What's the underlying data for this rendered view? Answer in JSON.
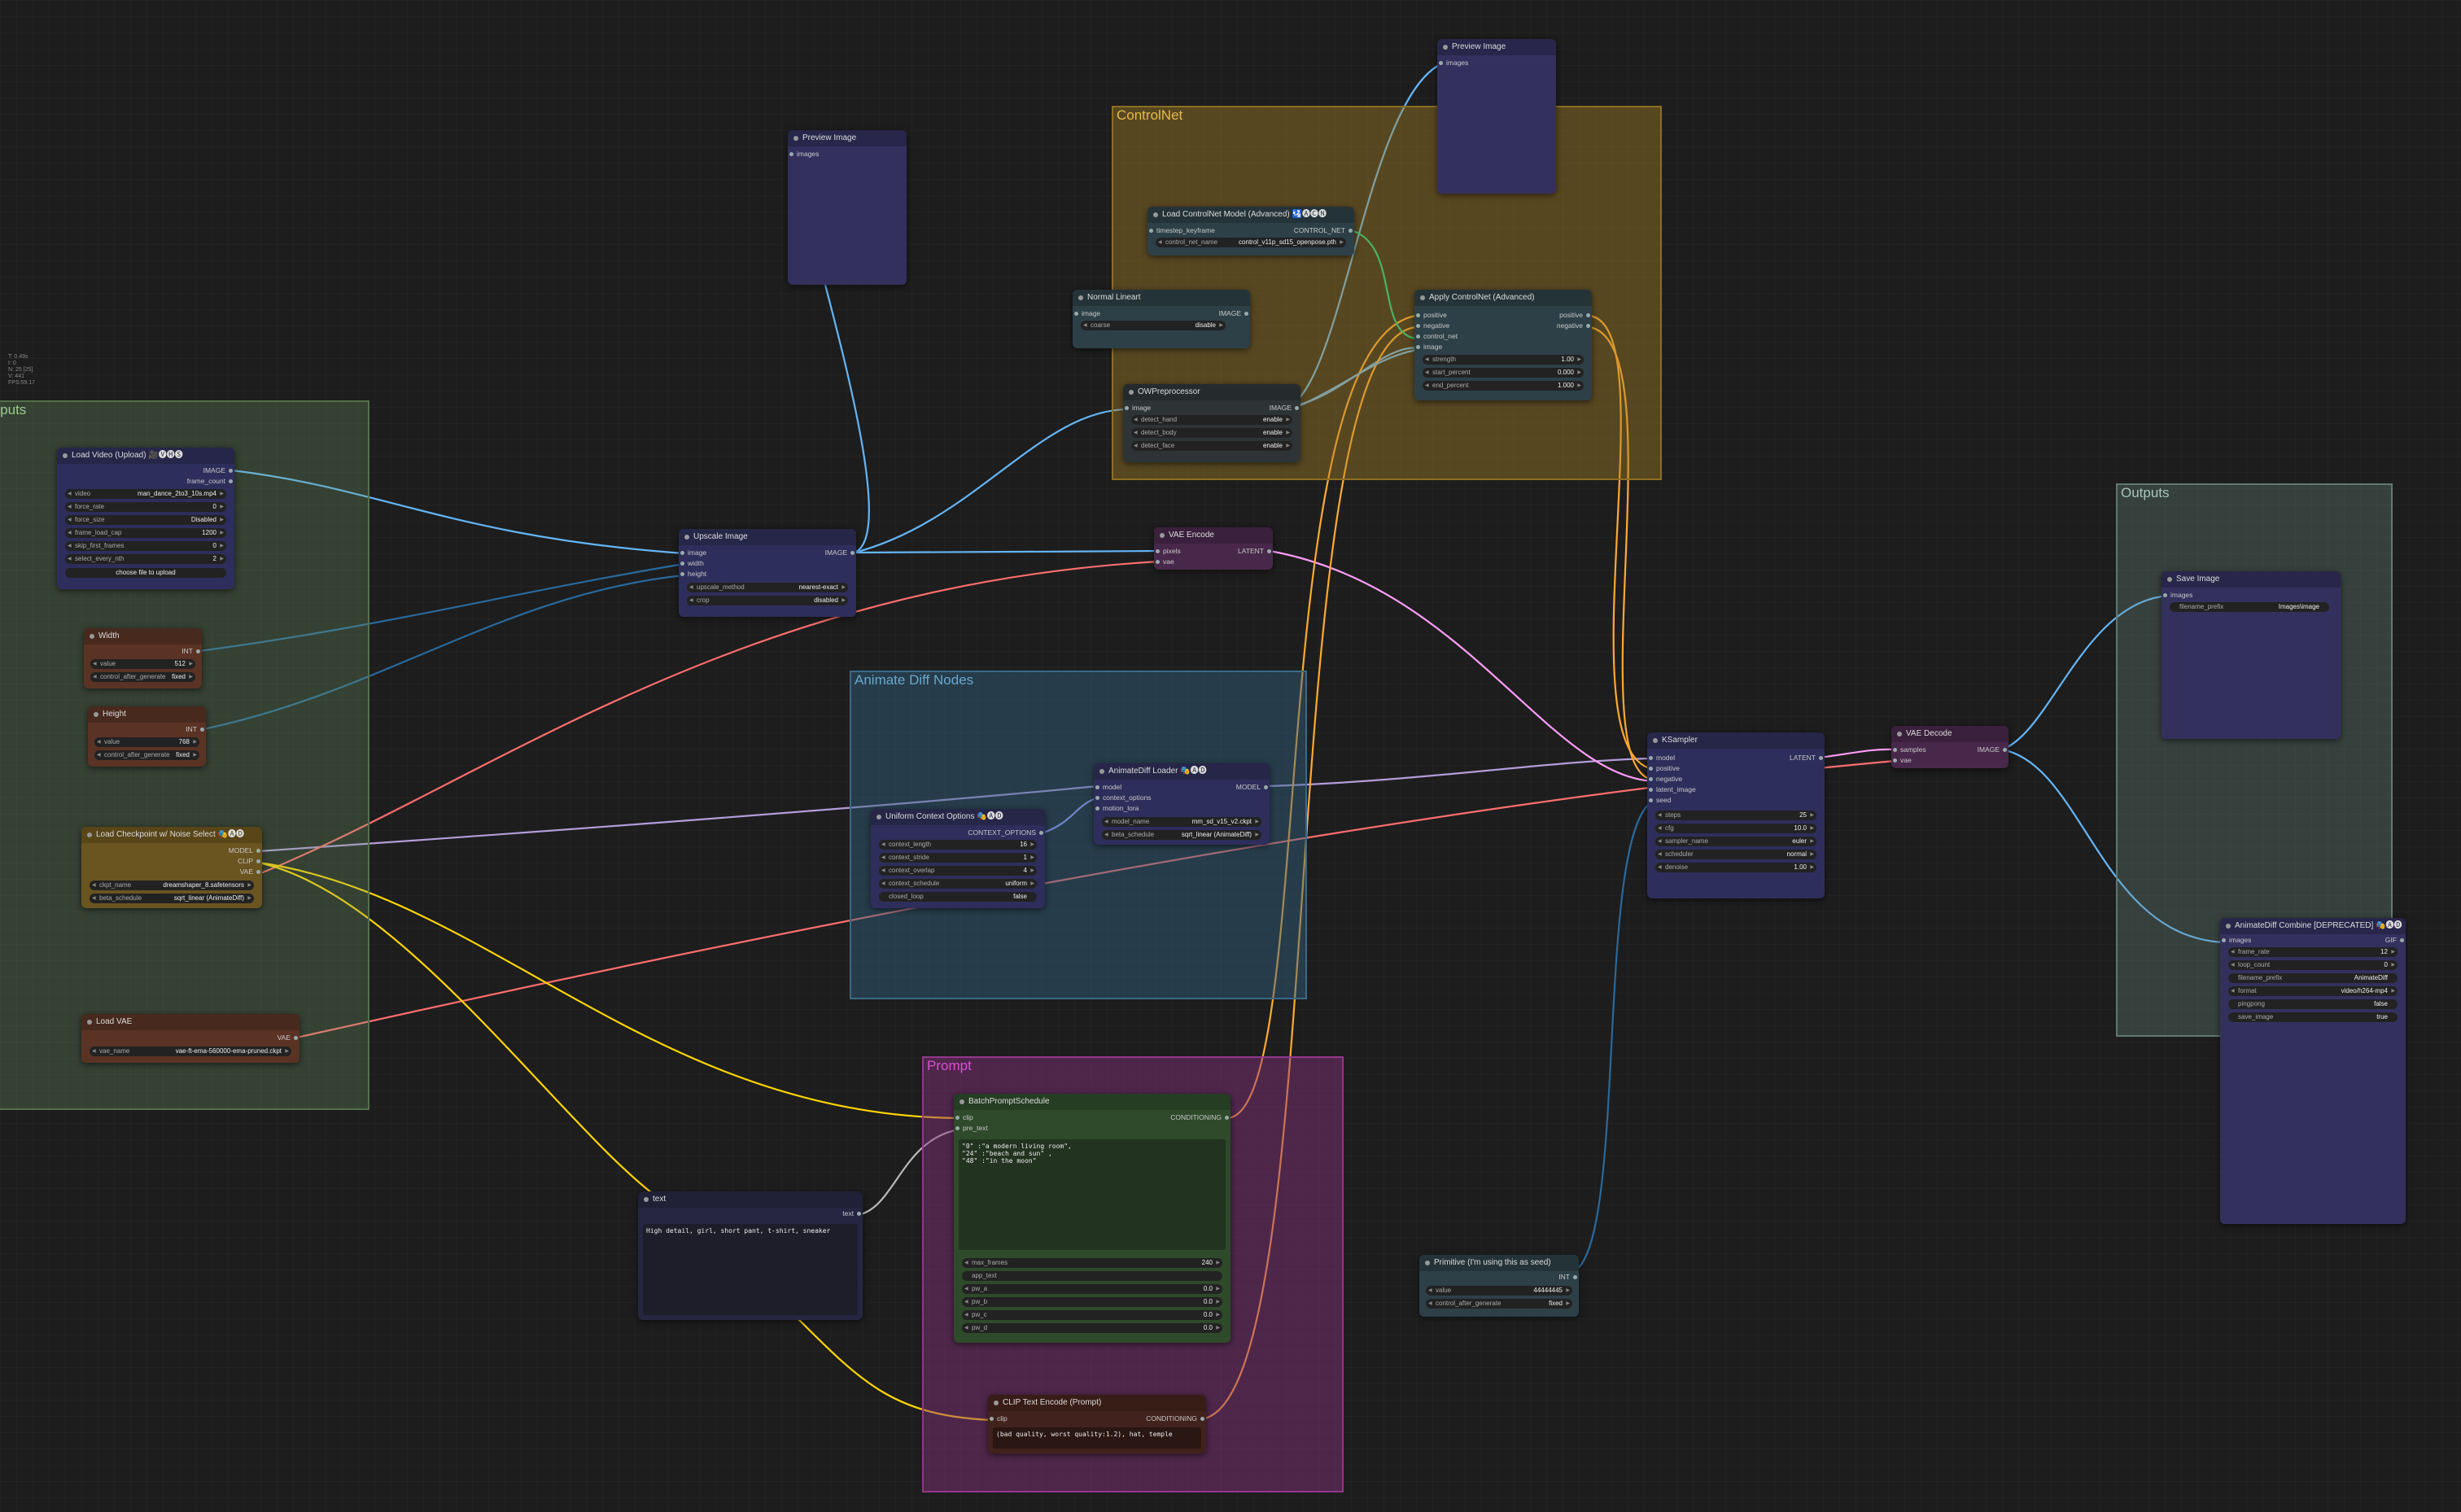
{
  "colors": {
    "image": "#64b5f6",
    "latent": "#ff9cf9",
    "model": "#b39ddb",
    "clip": "#ffd500",
    "vae": "#ff6e6e",
    "conditioning": "#ffa931",
    "int": "#29699c",
    "control": "#00d78d",
    "context": "#a0a0ff"
  },
  "stats": [
    "T: 0.49s",
    "I: 0",
    "N: 25 [25]",
    "V: 441",
    "FPS:59.17"
  ],
  "groups": {
    "inputs": "Inputs",
    "controlnet": "ControlNet",
    "animatediff": "Animate Diff Nodes",
    "prompt": "Prompt",
    "outputs": "Outputs"
  },
  "nodes": {
    "load_video": {
      "title": "Load Video (Upload) 🎥🅥🅗🅢",
      "outputs": [
        "IMAGE",
        "frame_count"
      ],
      "widgets": [
        {
          "label": "video",
          "value": "man_dance_2to3_10s.mp4"
        },
        {
          "label": "force_rate",
          "value": "0"
        },
        {
          "label": "force_size",
          "value": "Disabled"
        },
        {
          "label": "frame_load_cap",
          "value": "1200"
        },
        {
          "label": "skip_first_frames",
          "value": "0"
        },
        {
          "label": "select_every_nth",
          "value": "2"
        }
      ],
      "button": "choose file to upload"
    },
    "width": {
      "title": "Width",
      "output": "INT",
      "widgets": [
        {
          "label": "value",
          "value": "512"
        },
        {
          "label": "control_after_generate",
          "value": "fixed"
        }
      ]
    },
    "height": {
      "title": "Height",
      "output": "INT",
      "widgets": [
        {
          "label": "value",
          "value": "768"
        },
        {
          "label": "control_after_generate",
          "value": "fixed"
        }
      ]
    },
    "checkpoint": {
      "title": "Load Checkpoint w/ Noise Select 🎭🅐🅓",
      "outputs": [
        "MODEL",
        "CLIP",
        "VAE"
      ],
      "widgets": [
        {
          "label": "ckpt_name",
          "value": "dreamshaper_8.safetensors"
        },
        {
          "label": "beta_schedule",
          "value": "sqrt_linear (AnimateDiff)"
        }
      ]
    },
    "load_vae": {
      "title": "Load VAE",
      "output": "VAE",
      "widgets": [
        {
          "label": "vae_name",
          "value": "vae-ft-ema-560000-ema-pruned.ckpt"
        }
      ]
    },
    "preview1": {
      "title": "Preview Image",
      "input": "images"
    },
    "upscale": {
      "title": "Upscale Image",
      "inputs": [
        "image",
        "width",
        "height"
      ],
      "output": "IMAGE",
      "widgets": [
        {
          "label": "upscale_method",
          "value": "nearest-exact"
        },
        {
          "label": "crop",
          "value": "disabled"
        }
      ]
    },
    "preview2": {
      "title": "Preview Image",
      "input": "images"
    },
    "cn_loader": {
      "title": "Load ControlNet Model (Advanced) 🛂🅐🅒🅝",
      "input": "timestep_keyframe",
      "output": "CONTROL_NET",
      "widgets": [
        {
          "label": "control_net_name",
          "value": "control_v11p_sd15_openpose.pth"
        }
      ]
    },
    "lineart": {
      "title": "Normal Lineart",
      "input": "image",
      "output": "IMAGE",
      "widgets": [
        {
          "label": "coarse",
          "value": "disable"
        }
      ]
    },
    "openpose": {
      "title": "OWPreprocessor",
      "input": "image",
      "output": "IMAGE",
      "widgets": [
        {
          "label": "detect_hand",
          "value": "enable"
        },
        {
          "label": "detect_body",
          "value": "enable"
        },
        {
          "label": "detect_face",
          "value": "enable"
        }
      ]
    },
    "apply_cn": {
      "title": "Apply ControlNet (Advanced)",
      "inputs": [
        "positive",
        "negative",
        "control_net",
        "image"
      ],
      "outputs": [
        "positive",
        "negative"
      ],
      "widgets": [
        {
          "label": "strength",
          "value": "1.00"
        },
        {
          "label": "start_percent",
          "value": "0.000"
        },
        {
          "label": "end_percent",
          "value": "1.000"
        }
      ]
    },
    "vae_encode": {
      "title": "VAE Encode",
      "inputs": [
        "pixels",
        "vae"
      ],
      "output": "LATENT"
    },
    "ad_loader": {
      "title": "AnimateDiff Loader 🎭🅐🅓",
      "inputs": [
        "model",
        "context_options",
        "motion_lora"
      ],
      "output": "MODEL",
      "widgets": [
        {
          "label": "model_name",
          "value": "mm_sd_v15_v2.ckpt"
        },
        {
          "label": "beta_schedule",
          "value": "sqrt_linear (AnimateDiff)"
        }
      ]
    },
    "context": {
      "title": "Uniform Context Options 🎭🅐🅓",
      "output": "CONTEXT_OPTIONS",
      "widgets": [
        {
          "label": "context_length",
          "value": "16"
        },
        {
          "label": "context_stride",
          "value": "1"
        },
        {
          "label": "context_overlap",
          "value": "4"
        },
        {
          "label": "context_schedule",
          "value": "uniform"
        },
        {
          "label": "closed_loop",
          "value": "false"
        }
      ]
    },
    "ksampler": {
      "title": "KSampler",
      "inputs": [
        "model",
        "positive",
        "negative",
        "latent_image",
        "seed"
      ],
      "output": "LATENT",
      "widgets": [
        {
          "label": "steps",
          "value": "25"
        },
        {
          "label": "cfg",
          "value": "10.0"
        },
        {
          "label": "sampler_name",
          "value": "euler"
        },
        {
          "label": "scheduler",
          "value": "normal"
        },
        {
          "label": "denoise",
          "value": "1.00"
        }
      ]
    },
    "vae_decode": {
      "title": "VAE Decode",
      "inputs": [
        "samples",
        "vae"
      ],
      "output": "IMAGE"
    },
    "save_image": {
      "title": "Save Image",
      "input": "images",
      "widgets": [
        {
          "label": "filename_prefix",
          "value": "Images\\image"
        }
      ]
    },
    "combine": {
      "title": "AnimateDiff Combine [DEPRECATED] 🎭🅐🅓",
      "input": "images",
      "output": "GIF",
      "widgets": [
        {
          "label": "frame_rate",
          "value": "12"
        },
        {
          "label": "loop_count",
          "value": "0"
        },
        {
          "label": "filename_prefix",
          "value": "AnimateDiff"
        },
        {
          "label": "format",
          "value": "video/h264-mp4"
        },
        {
          "label": "pingpong",
          "value": "false"
        },
        {
          "label": "save_image",
          "value": "true"
        }
      ]
    },
    "batch_prompt": {
      "title": "BatchPromptSchedule",
      "inputs": [
        "clip",
        "pre_text"
      ],
      "output": "CONDITIONING",
      "text": "\"0\" :\"a modern living room\",\n\"24\" :\"beach and sun\" ,\n\"48\" :\"in the moon\"",
      "widgets": [
        {
          "label": "max_frames",
          "value": "240"
        },
        {
          "label": "app_text",
          "value": ""
        },
        {
          "label": "pw_a",
          "value": "0.0"
        },
        {
          "label": "pw_b",
          "value": "0.0"
        },
        {
          "label": "pw_c",
          "value": "0.0"
        },
        {
          "label": "pw_d",
          "value": "0.0"
        }
      ]
    },
    "text": {
      "title": "text",
      "output": "text",
      "text": "High detail, girl, short pant, t-shirt, sneaker"
    },
    "clip_encode": {
      "title": "CLIP Text Encode (Prompt)",
      "input": "clip",
      "output": "CONDITIONING",
      "text": "(bad quality, worst quality:1.2), hat, temple"
    },
    "primitive": {
      "title": "Primitive (I'm using this as seed)",
      "output": "INT",
      "widgets": [
        {
          "label": "value",
          "value": "44444445"
        },
        {
          "label": "control_after_generate",
          "value": "fixed"
        }
      ]
    }
  }
}
